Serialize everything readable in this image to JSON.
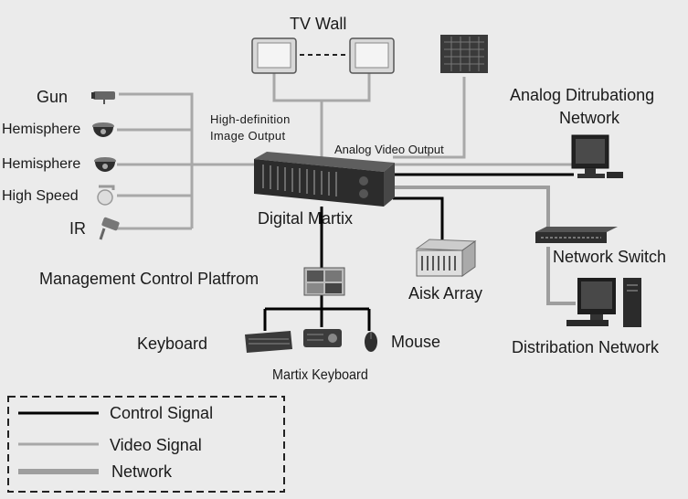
{
  "nodes": {
    "tv_wall": "TV Wall",
    "gun": "Gun",
    "hemisphere_1": "Hemisphere",
    "hemisphere_2": "Hemisphere",
    "high_speed": "High Speed",
    "ir": "IR",
    "hd_output_line1": "High-definition",
    "hd_output_line2": "Image Output",
    "analog_video_output": "Analog Video Output",
    "analog_network_line1": "Analog Ditrubationg",
    "analog_network_line2": "Network",
    "digital_matrix": "Digital Martix",
    "network_switch": "Network Switch",
    "management_platform": "Management Control Platfrom",
    "disk_array": "Aisk Array",
    "keyboard": "Keyboard",
    "mouse": "Mouse",
    "matrix_keyboard": "Martix Keyboard",
    "distribution_network": "Distribation Network"
  },
  "legend": {
    "control_signal": "Control Signal",
    "video_signal": "Video Signal",
    "network": "Network"
  },
  "colors": {
    "control_signal": "#000000",
    "video_signal": "#a8a8a8",
    "network": "#9e9e9e",
    "background": "#ebebeb"
  }
}
